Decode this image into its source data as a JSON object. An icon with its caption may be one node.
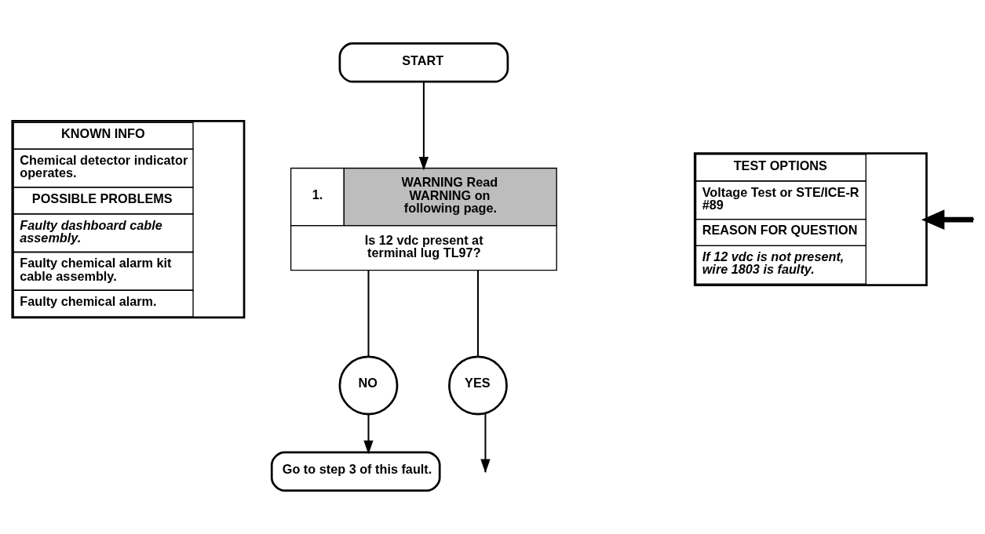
{
  "diagram": {
    "nodes": [
      {
        "text": [
          "START"
        ]
      },
      {
        "text": [
          "1.",
          "WARNING Read WARNING on following page.",
          "Is 12 vdc present at terminal lug TL97?"
        ]
      },
      {
        "text": [
          "NO"
        ]
      },
      {
        "text": [
          "YES"
        ]
      },
      {
        "text": [
          "Go to step 3 of this fault."
        ]
      },
      {
        "text": [
          "KNOWN INFO",
          "Chemical detector indicator operates.",
          "POSSIBLE PROBLEMS",
          "Faulty dashboard cable assembly.",
          "Faulty chemical alarm kit cable assembly.",
          "Faulty chemical alarm."
        ]
      },
      {
        "text": [
          "TEST OPTIONS",
          "Voltage Test or STE/ICE-R #89",
          "REASON FOR QUESTION",
          "If 12 vdc is not present, wire 1803 is faulty."
        ]
      }
    ],
    "edges": [
      {
        "from": 0,
        "to": 1,
        "arrow": "to"
      },
      {
        "from": 1,
        "to": 2,
        "arrow": "none"
      },
      {
        "from": 2,
        "to": 4,
        "arrow": "to"
      },
      {
        "from": 1,
        "to": 3,
        "arrow": "none"
      },
      {
        "from": 3,
        "to": null,
        "arrow": "to"
      },
      {
        "from": null,
        "to": 6,
        "arrow": "to",
        "style": "thick"
      }
    ]
  }
}
